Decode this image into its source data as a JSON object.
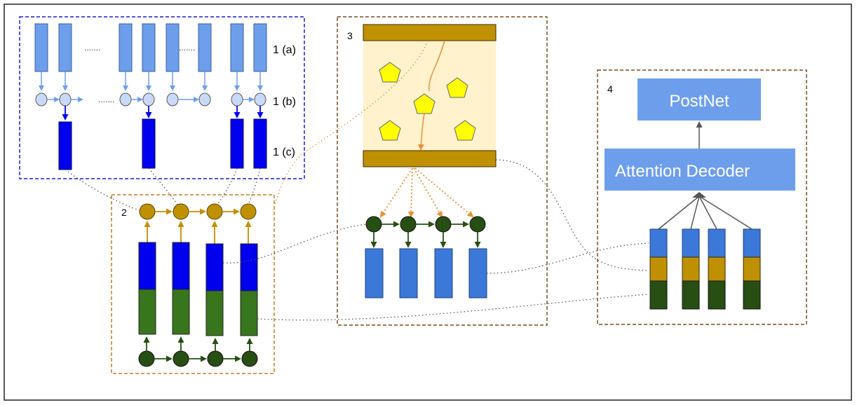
{
  "panels": {
    "p1": {
      "row_labels": [
        "1 (a)",
        "1 (b)",
        "1 (c)"
      ]
    },
    "p2": {
      "number": "2"
    },
    "p3": {
      "number": "3"
    },
    "p4": {
      "number": "4",
      "postnet_label": "PostNet",
      "decoder_label": "Attention Decoder"
    }
  },
  "ellipsis": ".......",
  "colors": {
    "frame": "#222222",
    "panel1_border": "#1a1ad6",
    "panel_border": "#7a4a20",
    "light_blue": "#6d9eeb",
    "dark_blue": "#0000ee",
    "node_light": "#c9daf8",
    "gold": "#bf9000",
    "green_bar": "#38761d",
    "dark_green": "#274e13",
    "mid_blue": "#3c78d8",
    "cream": "#fff2cc",
    "pentagon": "#ffff00",
    "orange": "#e69138",
    "decoder_fill": "#6d9eeb"
  }
}
